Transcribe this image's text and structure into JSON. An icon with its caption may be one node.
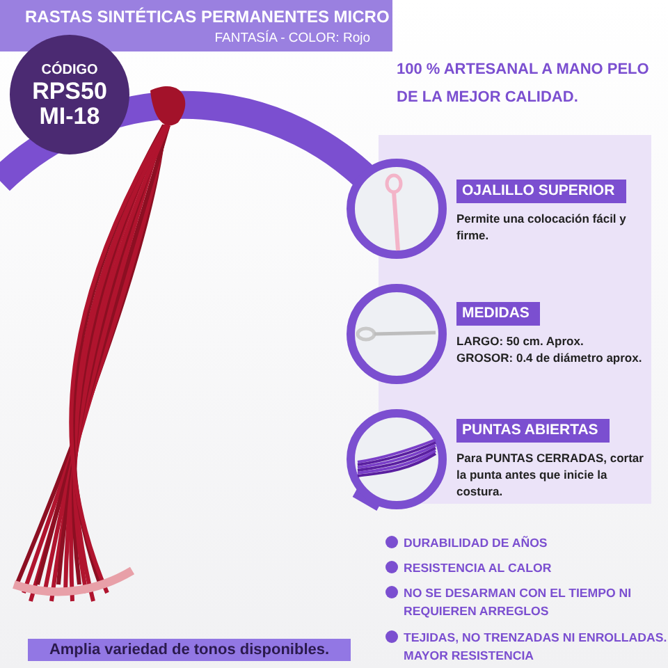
{
  "diagram": {
    "title": "RASTAS SINTÉTICAS PERMANENTES MICRO",
    "nodes": [
      {
        "text": [
          "CÓDIGO",
          "RPS50 MI-18"
        ]
      },
      {
        "text": [],
        "shape": "box"
      },
      {
        "text": [
          "OJALILLO SUPERIOR",
          "Permite una colocación fácil y firme."
        ],
        "in": 1
      },
      {
        "text": [
          "MEDIDAS",
          "LARGO: 50 cm. Aprox.",
          "GROSOR: 0.4 de diámetro aprox."
        ],
        "in": 1
      },
      {
        "text": [
          "PUNTAS ABIERTAS",
          "Para PUNTAS CERRADAS, cortar la punta antes que inicie la costura."
        ],
        "in": 1
      },
      {
        "text": [
          "Amplia variedad de tonos disponibles."
        ]
      }
    ],
    "labels": [
      "FANTASÍA - COLOR: Rojo",
      "100 % ARTESANAL A MANO PELO DE LA MEJOR CALIDAD.",
      "DURABILIDAD DE AÑOS",
      "RESISTENCIA AL CALOR",
      "NO SE DESARMAN CON EL TIEMPO NI REQUIEREN ARREGLOS",
      "TEJIDAS, NO TRENZADAS NI ENROLLADAS. MAYOR RESISTENCIA"
    ]
  }
}
